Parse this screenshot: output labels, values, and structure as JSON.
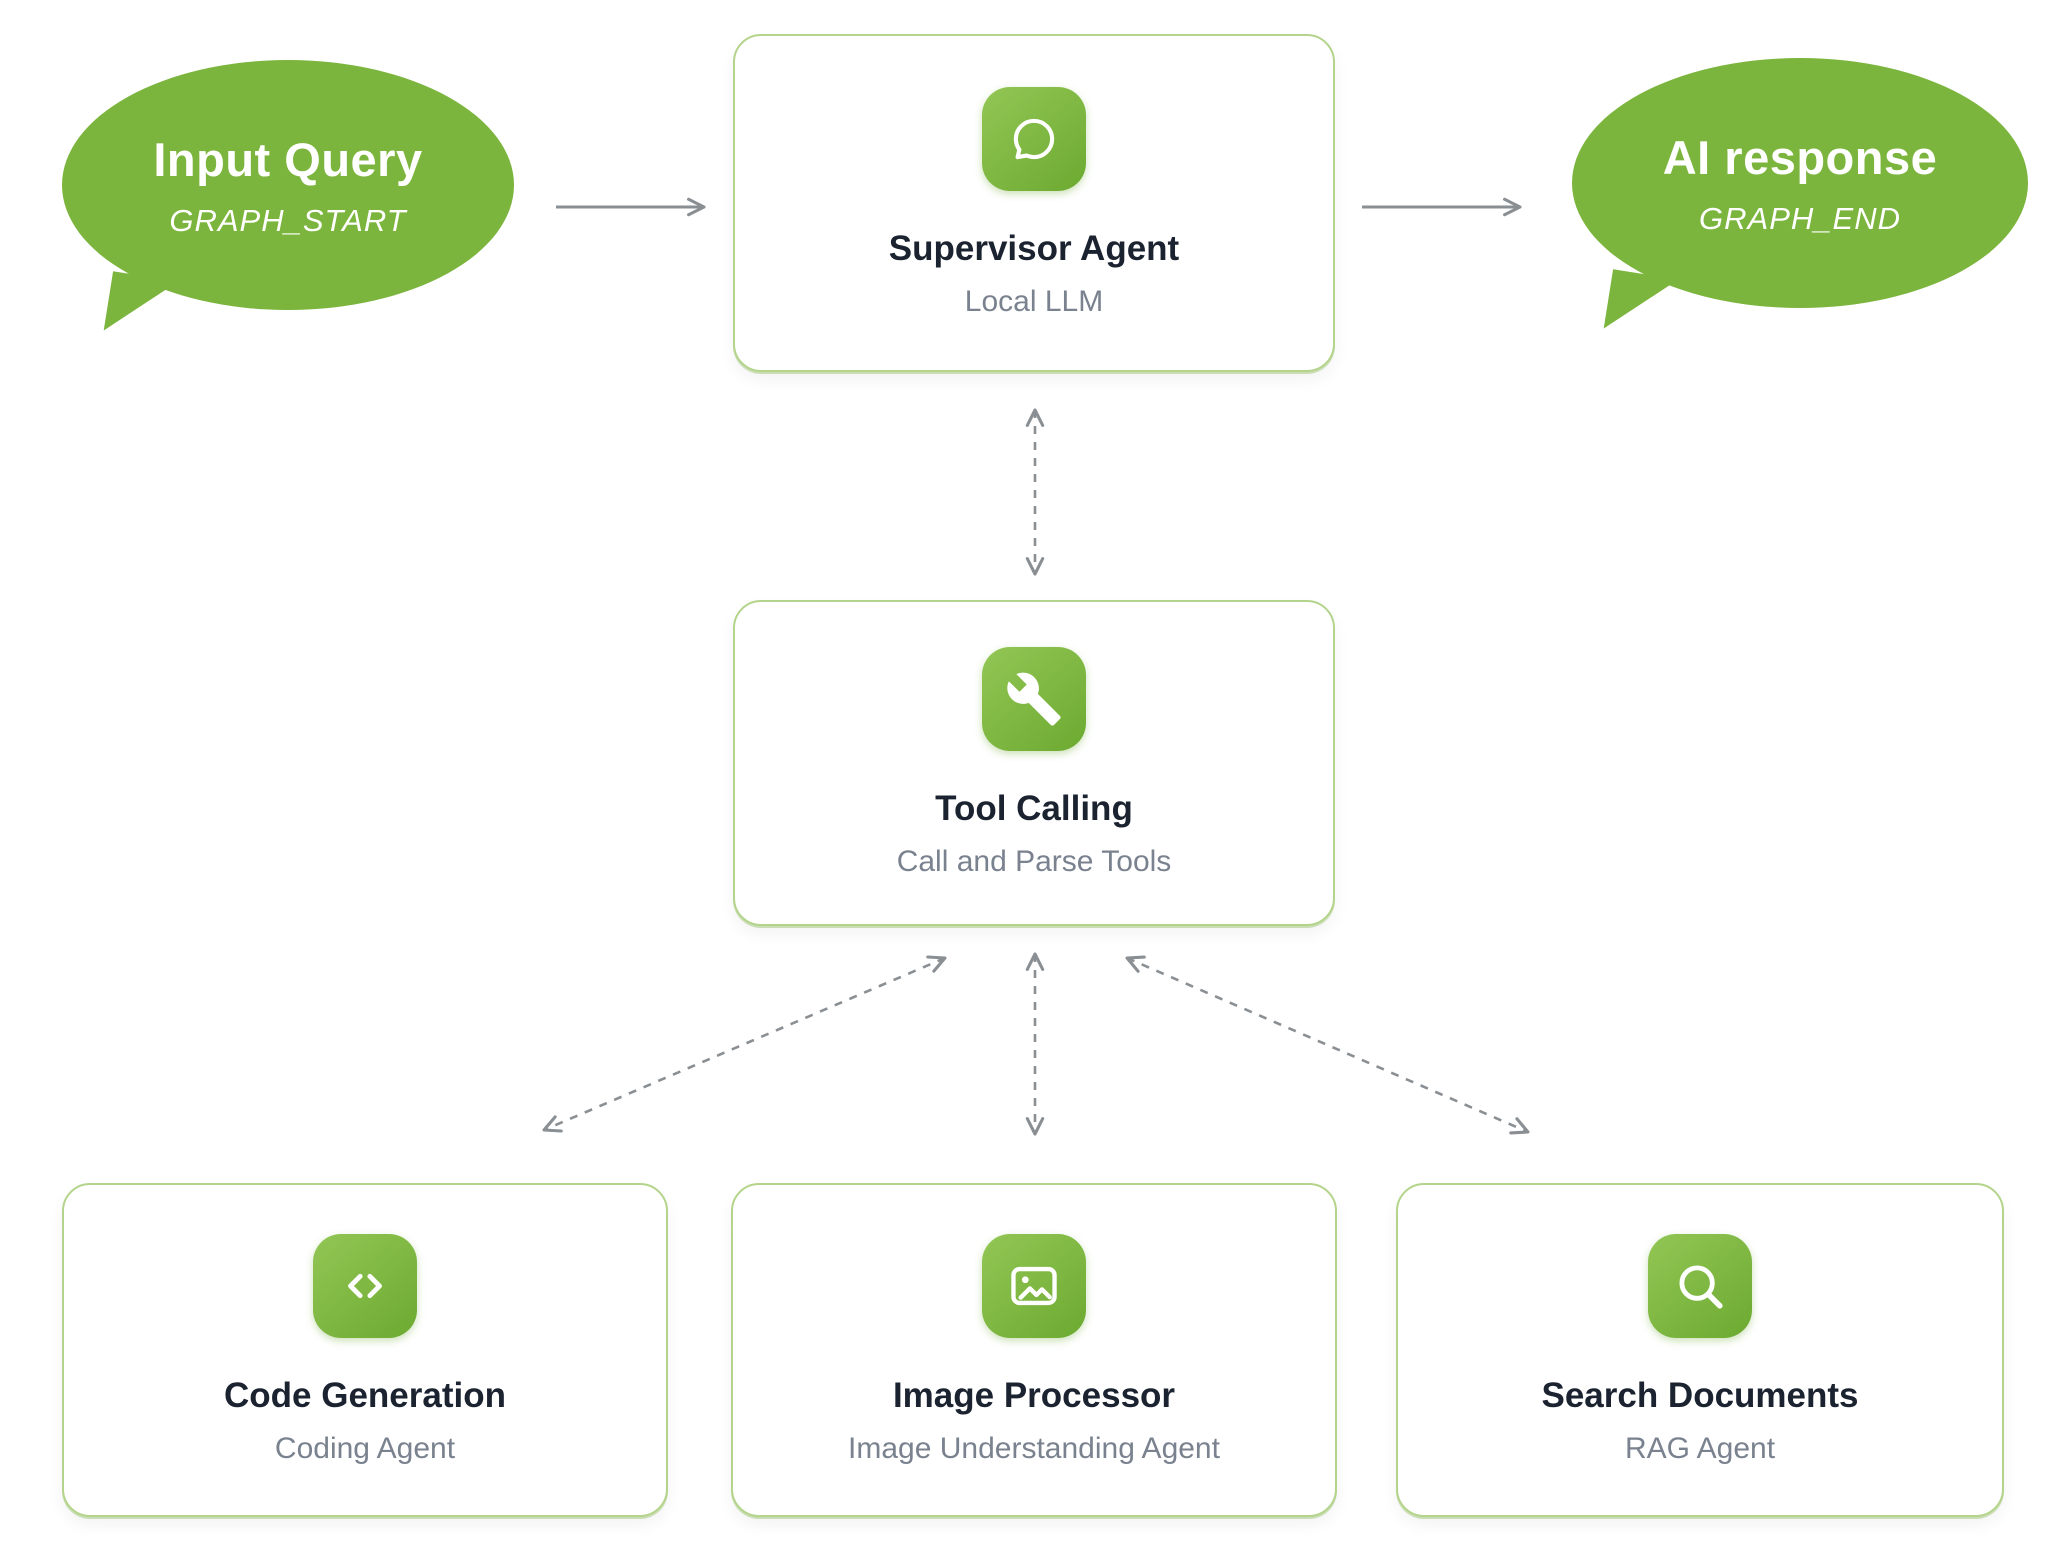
{
  "colors": {
    "accent_green": "#7cb53d",
    "icon_grad_start": "#93c655",
    "icon_grad_end": "#6caa31",
    "card_border": "#b4d48b",
    "title_color": "#1b2330",
    "subtitle_color": "#79828e",
    "arrow_color": "#8a8f94",
    "background": "#ffffff"
  },
  "nodes": {
    "input_query": {
      "title": "Input Query",
      "subtitle": "GRAPH_START"
    },
    "supervisor_agent": {
      "title": "Supervisor Agent",
      "subtitle": "Local LLM"
    },
    "ai_response": {
      "title": "AI response",
      "subtitle": "GRAPH_END"
    },
    "tool_calling": {
      "title": "Tool Calling",
      "subtitle": "Call and Parse Tools"
    },
    "code_generation": {
      "title": "Code Generation",
      "subtitle": "Coding Agent"
    },
    "image_processor": {
      "title": "Image Processor",
      "subtitle": "Image Understanding Agent"
    },
    "search_documents": {
      "title": "Search Documents",
      "subtitle": "RAG Agent"
    }
  },
  "icons": {
    "supervisor_agent": "chat-bubble-icon",
    "tool_calling": "wrench-icon",
    "code_generation": "code-brackets-icon",
    "image_processor": "image-icon",
    "search_documents": "search-icon"
  }
}
